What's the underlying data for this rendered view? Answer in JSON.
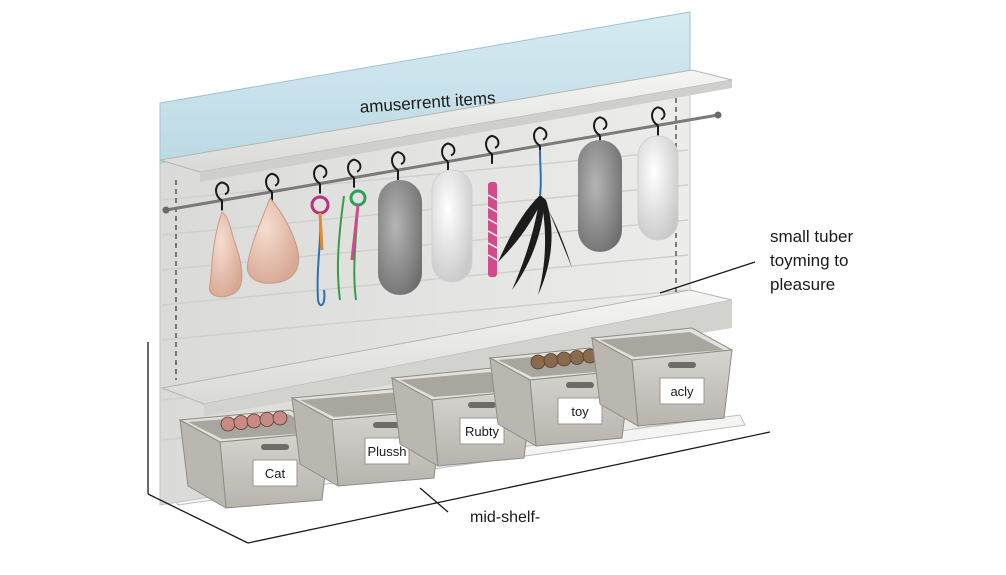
{
  "header": {
    "title": "amuserrentt items"
  },
  "callouts": {
    "right": [
      "small tuber",
      "toyming to",
      "pleasure"
    ],
    "bottom": "mid-shelf-"
  },
  "bins": [
    {
      "label": "Cat",
      "contents": "rubber-toys"
    },
    {
      "label": "Plussh",
      "contents": "empty"
    },
    {
      "label": "Rubty",
      "contents": "empty"
    },
    {
      "label": "toy",
      "contents": "balls"
    },
    {
      "label": "acly",
      "contents": "empty"
    }
  ],
  "hanging_toys": [
    {
      "kind": "rubber-small"
    },
    {
      "kind": "rubber-large"
    },
    {
      "kind": "loop-wand-magenta"
    },
    {
      "kind": "loop-wand-green"
    },
    {
      "kind": "plush-gray"
    },
    {
      "kind": "plush-white"
    },
    {
      "kind": "braided-pink"
    },
    {
      "kind": "feather-black"
    },
    {
      "kind": "plush-gray"
    },
    {
      "kind": "plush-white"
    }
  ],
  "colors": {
    "header_band": "#cfe6ee",
    "panel": "#e4e4e2",
    "shelf": "#f0f0ee",
    "bin": "#c9c7c1",
    "outline": "#1a1a1a"
  }
}
